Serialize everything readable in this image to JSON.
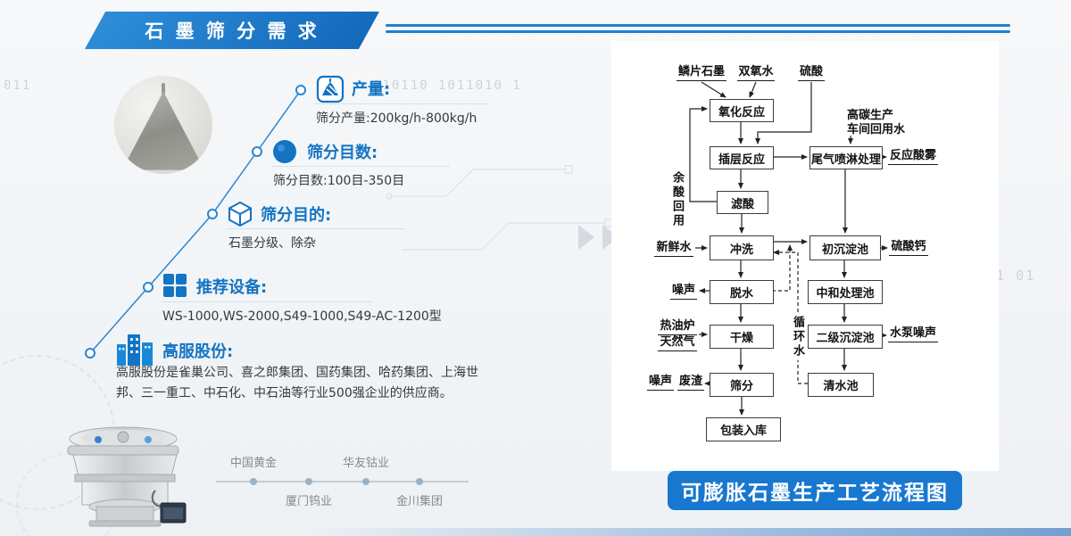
{
  "header": {
    "title": "石 墨 筛 分 需 求"
  },
  "items": [
    {
      "icon": "pile-icon",
      "title": "产量:",
      "detail": "筛分产量:200kg/h-800kg/h"
    },
    {
      "icon": "dot-icon",
      "title": "筛分目数:",
      "detail": "筛分目数:100目-350目"
    },
    {
      "icon": "cube-icon",
      "title": "筛分目的:",
      "detail": "石墨分级、除杂"
    },
    {
      "icon": "grid-icon",
      "title": "推荐设备:",
      "detail": "WS-1000,WS-2000,S49-1000,S49-AC-1200型"
    },
    {
      "icon": "building-icon",
      "title": "高服股份:",
      "detail": "高服股份是雀巢公司、喜之郎集团、国药集团、哈药集团、上海世邦、三一重工、中石化、中石油等行业500强企业的供应商。"
    }
  ],
  "timeline": {
    "companies": [
      "中国黄金",
      "厦门钨业",
      "华友钴业",
      "金川集团"
    ]
  },
  "flowchart": {
    "caption": "可膨胀石墨生产工艺流程图",
    "labels": {
      "flake_graphite": "鳞片石墨",
      "hydrogen_peroxide": "双氧水",
      "sulfuric_acid": "硫酸",
      "oxidation": "氧化反应",
      "intercalation": "插层反应",
      "tail_gas_treatment": "尾气喷淋处理",
      "reaction_acid_mist": "反应酸雾",
      "reuse_water_1": "高碳生产",
      "reuse_water_2": "车间回用水",
      "acid_filter": "滤酸",
      "residual_acid_reuse": "余酸回用",
      "fresh_water": "新鲜水",
      "rinse": "冲洗",
      "primary_settling": "初沉淀池",
      "calcium_sulfate": "硫酸钙",
      "noise_1": "噪声",
      "dewater": "脱水",
      "neutralization": "中和处理池",
      "hot_oil_furnace": "热油炉",
      "natural_gas": "天然气",
      "drying": "干燥",
      "secondary_settling": "二级沉淀池",
      "pump_noise": "水泵噪声",
      "noise_2": "噪声",
      "waste_residue": "废渣",
      "screening": "筛分",
      "clear_water": "清水池",
      "packing": "包装入库",
      "circulating_water": "循环水"
    },
    "edges": [
      "鳞片石墨→氧化反应",
      "双氧水→氧化反应",
      "硫酸→插层反应",
      "氧化反应→插层反应",
      "插层反应→尾气喷淋处理",
      "尾气喷淋处理→反应酸雾",
      "高碳生产车间回用水→尾气喷淋处理",
      "插层反应→滤酸",
      "滤酸→氧化反应(余酸回用)",
      "滤酸→冲洗",
      "新鲜水→冲洗",
      "冲洗→初沉淀池",
      "尾气喷淋处理→初沉淀池",
      "初沉淀池→硫酸钙",
      "初沉淀池→中和处理池",
      "中和处理池→二级沉淀池",
      "二级沉淀池→水泵噪声",
      "二级沉淀池→清水池",
      "清水池→冲洗(循环水,虚线)",
      "脱水→初沉淀池(虚线)",
      "冲洗→脱水",
      "脱水→噪声",
      "脱水→干燥",
      "热油炉/天然气→干燥",
      "干燥→筛分",
      "筛分→噪声/废渣",
      "筛分→包装入库"
    ]
  },
  "decorations": {
    "binary_left": "011",
    "binary_top": "010110  1011010  1",
    "binary_right": "0 101 01"
  },
  "colors": {
    "accent_blue": "#1878d0",
    "title_blue": "#1374c4",
    "line_blue": "#1f7fd0"
  }
}
